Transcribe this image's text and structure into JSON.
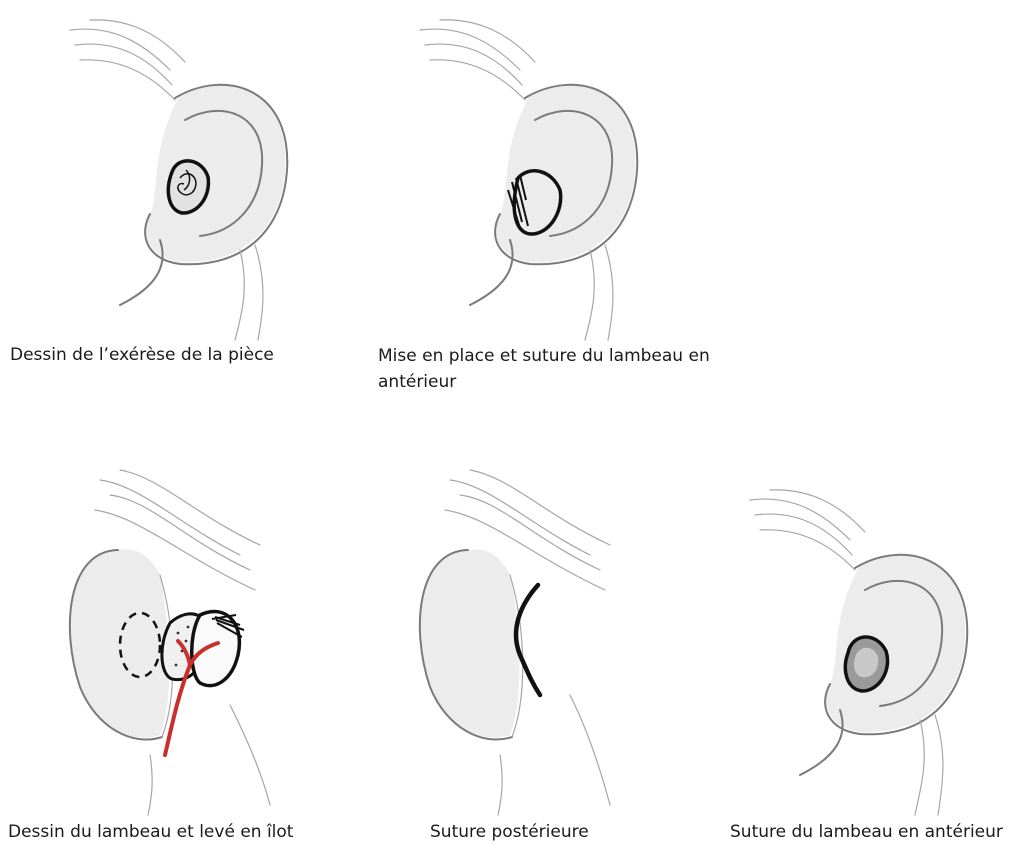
{
  "panels": [
    {
      "caption": "Dessin de l’exérèse de la pièce"
    },
    {
      "caption": "Mise en place et suture du lambeau en antérieur"
    },
    {
      "caption": "Dessin du lambeau et levé en îlot"
    },
    {
      "caption": "Suture postérieure"
    },
    {
      "caption": "Suture du lambeau en antérieur"
    }
  ],
  "colors": {
    "artery": "#c9302c",
    "ink": "#111111",
    "skin_line": "#7a7a7a"
  }
}
